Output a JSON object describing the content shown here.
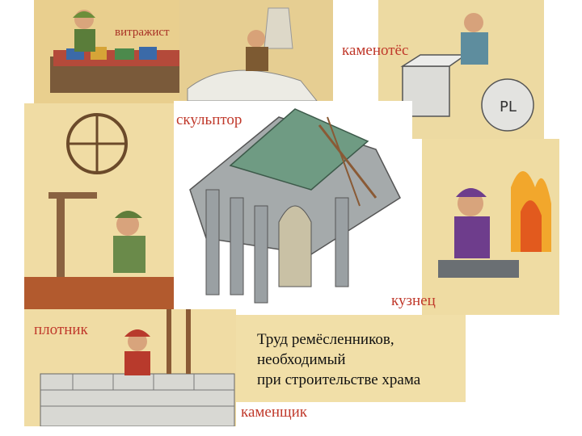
{
  "labels": {
    "glazier": "витражист",
    "stonecutter": "каменотёс",
    "sculptor": "скульптор",
    "blacksmith": "кузнец",
    "carpenter": "плотник",
    "mason": "каменщик"
  },
  "caption": {
    "line1": "Труд ремёсленников,",
    "line2": "необходимый",
    "line3": "при строительстве храма"
  },
  "colors": {
    "parchment": "#f1dfa8",
    "label_red": "#c0392b",
    "stone_gray": "#9aa0a3",
    "roof_green": "#6f9b83"
  }
}
